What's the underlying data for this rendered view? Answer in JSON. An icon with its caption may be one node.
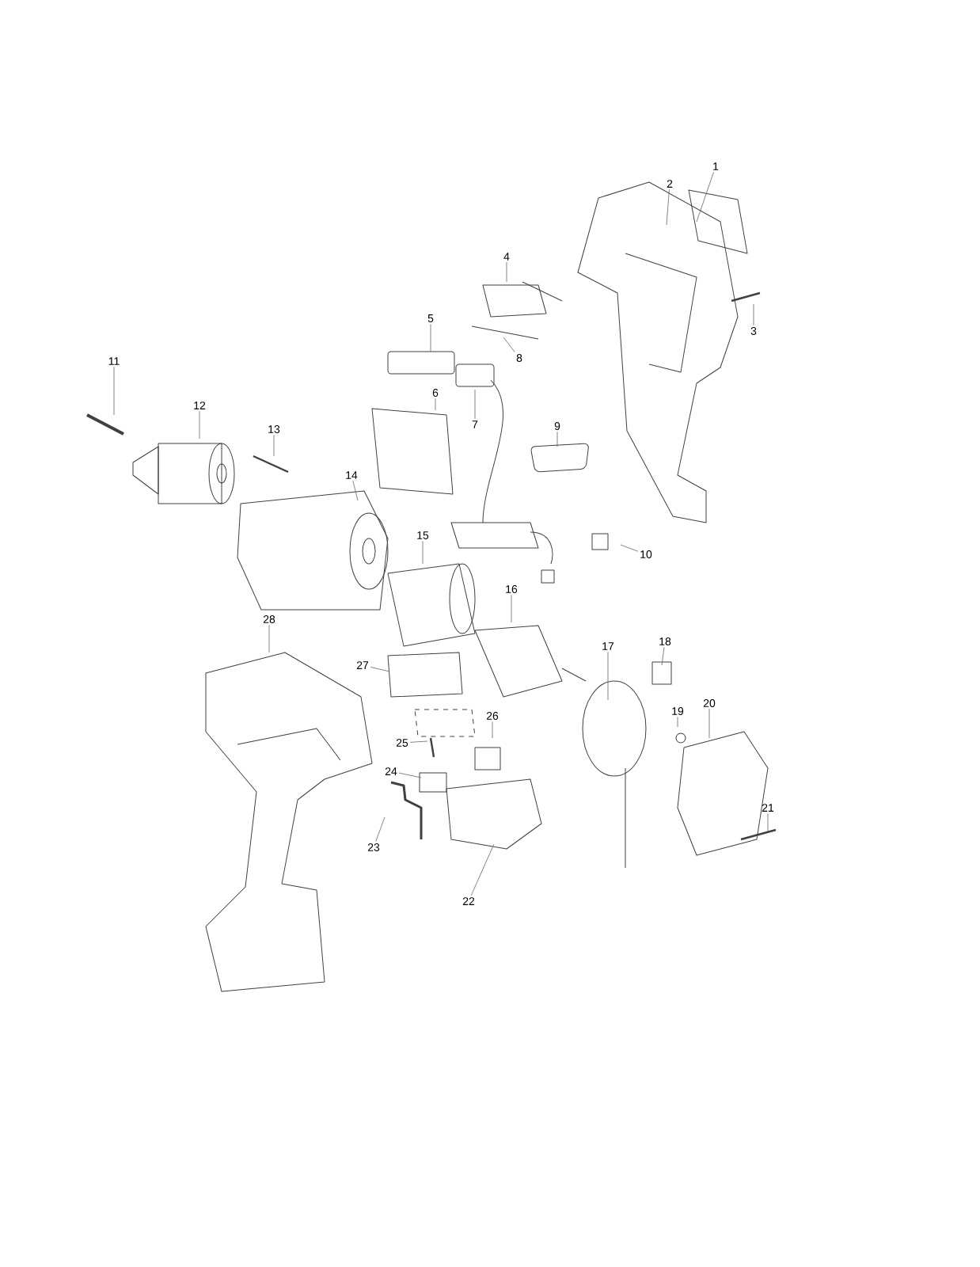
{
  "diagram": {
    "nodes": [
      {
        "text": [
          "1"
        ]
      },
      {
        "text": [
          "2"
        ]
      },
      {
        "text": [
          "3"
        ]
      },
      {
        "text": [
          "4"
        ]
      },
      {
        "text": [
          "5"
        ]
      },
      {
        "text": [
          "6"
        ]
      },
      {
        "text": [
          "7"
        ]
      },
      {
        "text": [
          "8"
        ]
      },
      {
        "text": [
          "9"
        ]
      },
      {
        "text": [
          "10"
        ]
      },
      {
        "text": [
          "11"
        ]
      },
      {
        "text": [
          "12"
        ]
      },
      {
        "text": [
          "13"
        ]
      },
      {
        "text": [
          "14"
        ]
      },
      {
        "text": [
          "15"
        ]
      },
      {
        "text": [
          "16"
        ]
      },
      {
        "text": [
          "17"
        ]
      },
      {
        "text": [
          "18"
        ]
      },
      {
        "text": [
          "19"
        ]
      },
      {
        "text": [
          "20"
        ]
      },
      {
        "text": [
          "21"
        ]
      },
      {
        "text": [
          "22"
        ]
      },
      {
        "text": [
          "23"
        ]
      },
      {
        "text": [
          "24"
        ]
      },
      {
        "text": [
          "25"
        ]
      },
      {
        "text": [
          "26"
        ]
      },
      {
        "text": [
          "27"
        ]
      },
      {
        "text": [
          "28"
        ]
      }
    ],
    "edges": [
      {
        "from": 0,
        "to": null,
        "arrow": "none"
      },
      {
        "from": 1,
        "to": null,
        "arrow": "none"
      },
      {
        "from": 2,
        "to": null,
        "arrow": "none"
      },
      {
        "from": 3,
        "to": null,
        "arrow": "none"
      },
      {
        "from": 4,
        "to": null,
        "arrow": "none"
      },
      {
        "from": 5,
        "to": null,
        "arrow": "none"
      },
      {
        "from": 6,
        "to": null,
        "arrow": "none"
      },
      {
        "from": 7,
        "to": null,
        "arrow": "none"
      },
      {
        "from": 8,
        "to": null,
        "arrow": "none"
      },
      {
        "from": 9,
        "to": null,
        "arrow": "none"
      },
      {
        "from": 10,
        "to": null,
        "arrow": "none"
      },
      {
        "from": 11,
        "to": null,
        "arrow": "none"
      },
      {
        "from": 12,
        "to": null,
        "arrow": "none"
      },
      {
        "from": 13,
        "to": null,
        "arrow": "none"
      },
      {
        "from": 14,
        "to": null,
        "arrow": "none"
      },
      {
        "from": 15,
        "to": null,
        "arrow": "none"
      },
      {
        "from": 16,
        "to": null,
        "arrow": "none"
      },
      {
        "from": 17,
        "to": null,
        "arrow": "none"
      },
      {
        "from": 18,
        "to": null,
        "arrow": "none"
      },
      {
        "from": 19,
        "to": null,
        "arrow": "none"
      },
      {
        "from": 20,
        "to": null,
        "arrow": "none"
      },
      {
        "from": 21,
        "to": null,
        "arrow": "none"
      },
      {
        "from": 22,
        "to": null,
        "arrow": "none"
      },
      {
        "from": 23,
        "to": null,
        "arrow": "none"
      },
      {
        "from": 24,
        "to": null,
        "arrow": "none"
      },
      {
        "from": 25,
        "to": null,
        "arrow": "none"
      },
      {
        "from": 26,
        "to": null,
        "arrow": "none"
      },
      {
        "from": 27,
        "to": null,
        "arrow": "none"
      }
    ]
  }
}
